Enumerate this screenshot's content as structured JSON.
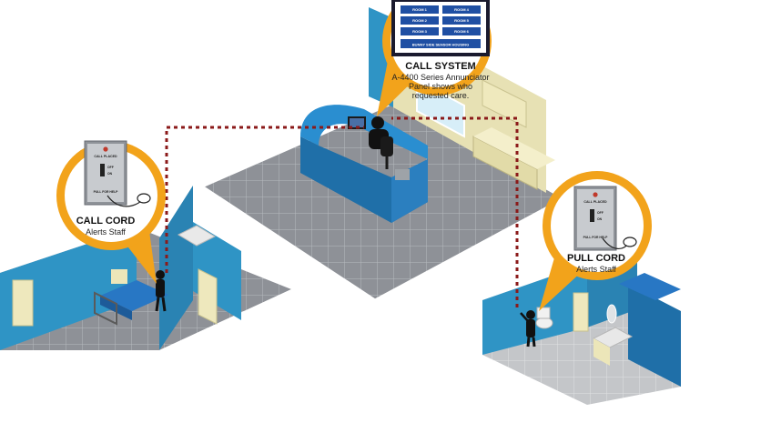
{
  "callouts": {
    "call_system": {
      "title": "CALL SYSTEM",
      "lines": [
        "A-4400 Series Annunciator",
        "Panel shows who",
        "requested care."
      ]
    },
    "call_cord": {
      "title": "CALL CORD",
      "subtitle": "Alerts Staff"
    },
    "pull_cord": {
      "title": "PULL CORD",
      "subtitle": "Alerts Staff"
    }
  },
  "annunciator": {
    "rooms": [
      "ROOM 1",
      "ROOM 2",
      "ROOM 3",
      "ROOM 4",
      "ROOM 5",
      "ROOM 6"
    ],
    "footer": "BUNNY SIDE SENSOR HOUSING"
  },
  "switch_plate": {
    "header": "CALL PLACED",
    "off_label": "OFF",
    "on_label": "ON",
    "footer": "PULL FOR HELP"
  },
  "colors": {
    "callout_orange": "#f2a31b",
    "wall_blue": "#2f94c5",
    "floor_gray": "#8c8f95",
    "dashed_line": "#8b1a1a",
    "panel_blue": "#1f4fa3",
    "panel_frame": "#1a1a2e"
  }
}
